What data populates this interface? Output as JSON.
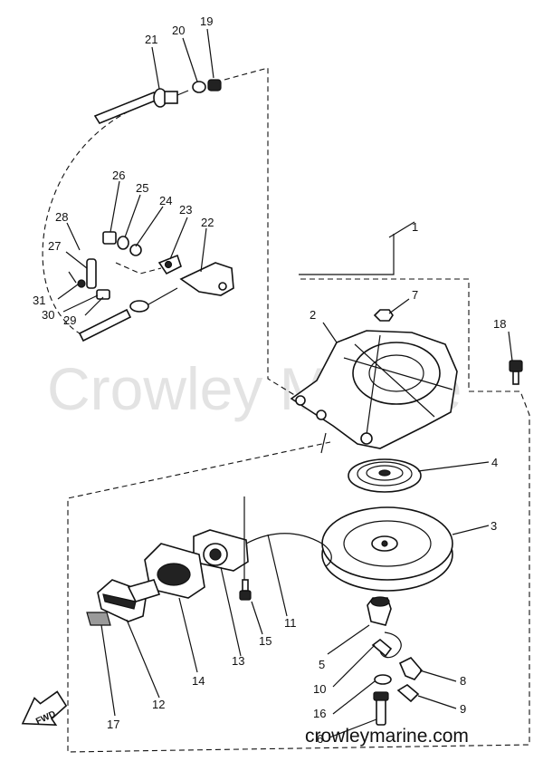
{
  "watermark": "Crowley Marine",
  "footer_url": "crowleymarine.com",
  "fwd_label": "FWD",
  "callouts": [
    "1",
    "2",
    "3",
    "4",
    "5",
    "6",
    "7",
    "8",
    "9",
    "10",
    "11",
    "12",
    "13",
    "14",
    "15",
    "16",
    "17",
    "18",
    "19",
    "20",
    "21",
    "22",
    "23",
    "24",
    "25",
    "26",
    "27",
    "28",
    "29",
    "30",
    "31"
  ]
}
